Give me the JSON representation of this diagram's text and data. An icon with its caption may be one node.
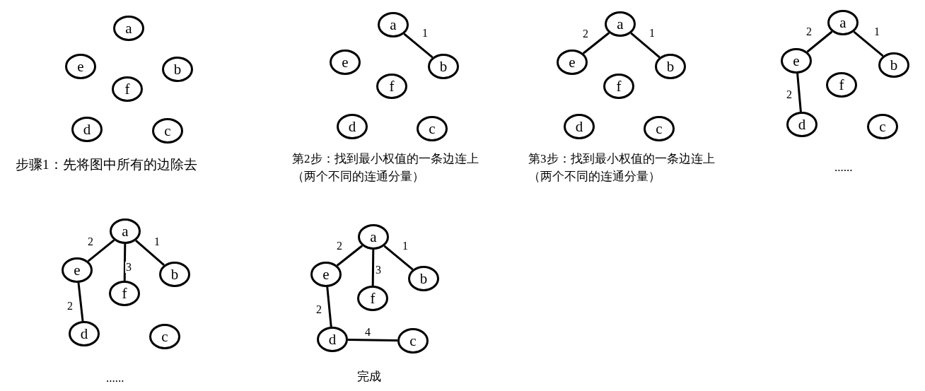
{
  "diagram": {
    "nodes": [
      {
        "text": [
          "a"
        ]
      },
      {
        "text": [
          "e"
        ]
      },
      {
        "text": [
          "b"
        ]
      },
      {
        "text": [
          "f"
        ]
      },
      {
        "text": [
          "d"
        ]
      },
      {
        "text": [
          "c"
        ]
      },
      {
        "text": [
          "a"
        ]
      },
      {
        "text": [
          "e"
        ]
      },
      {
        "text": [
          "b"
        ]
      },
      {
        "text": [
          "f"
        ]
      },
      {
        "text": [
          "d"
        ]
      },
      {
        "text": [
          "c"
        ]
      },
      {
        "text": [
          "a"
        ]
      },
      {
        "text": [
          "e"
        ]
      },
      {
        "text": [
          "b"
        ]
      },
      {
        "text": [
          "f"
        ]
      },
      {
        "text": [
          "d"
        ]
      },
      {
        "text": [
          "c"
        ]
      },
      {
        "text": [
          "a"
        ]
      },
      {
        "text": [
          "e"
        ]
      },
      {
        "text": [
          "b"
        ]
      },
      {
        "text": [
          "f"
        ]
      },
      {
        "text": [
          "d"
        ]
      },
      {
        "text": [
          "c"
        ]
      },
      {
        "text": [
          "a"
        ]
      },
      {
        "text": [
          "e"
        ]
      },
      {
        "text": [
          "b"
        ]
      },
      {
        "text": [
          "f"
        ]
      },
      {
        "text": [
          "d"
        ]
      },
      {
        "text": [
          "c"
        ]
      },
      {
        "text": [
          "a"
        ]
      },
      {
        "text": [
          "e"
        ]
      },
      {
        "text": [
          "b"
        ]
      },
      {
        "text": [
          "f"
        ]
      },
      {
        "text": [
          "d"
        ]
      },
      {
        "text": [
          "c"
        ]
      }
    ],
    "edges": [
      {
        "from": 6,
        "to": 8,
        "arrow": "none",
        "label": "1"
      },
      {
        "from": 12,
        "to": 13,
        "arrow": "none",
        "label": "2"
      },
      {
        "from": 12,
        "to": 14,
        "arrow": "none",
        "label": "1"
      },
      {
        "from": 18,
        "to": 19,
        "arrow": "none",
        "label": "2"
      },
      {
        "from": 18,
        "to": 20,
        "arrow": "none",
        "label": "1"
      },
      {
        "from": 19,
        "to": 22,
        "arrow": "none",
        "label": "2"
      },
      {
        "from": 24,
        "to": 25,
        "arrow": "none",
        "label": "2"
      },
      {
        "from": 24,
        "to": 27,
        "arrow": "none",
        "label": "3"
      },
      {
        "from": 24,
        "to": 26,
        "arrow": "none",
        "label": "1"
      },
      {
        "from": 25,
        "to": 28,
        "arrow": "none",
        "label": "2"
      },
      {
        "from": 30,
        "to": 31,
        "arrow": "none",
        "label": "2"
      },
      {
        "from": 30,
        "to": 33,
        "arrow": "none",
        "label": "3"
      },
      {
        "from": 30,
        "to": 32,
        "arrow": "none",
        "label": "1"
      },
      {
        "from": 31,
        "to": 34,
        "arrow": "none",
        "label": "2"
      },
      {
        "from": 34,
        "to": 35,
        "arrow": "none",
        "label": "4"
      }
    ],
    "labels": [
      "步骤1：先将图中所有的边除去",
      "第2步：找到最小权值的一条边连上（两个不同的连通分量）",
      "第3步：找到最小权值的一条边连上（两个不同的连通分量）",
      "......",
      "......",
      "完成"
    ]
  }
}
